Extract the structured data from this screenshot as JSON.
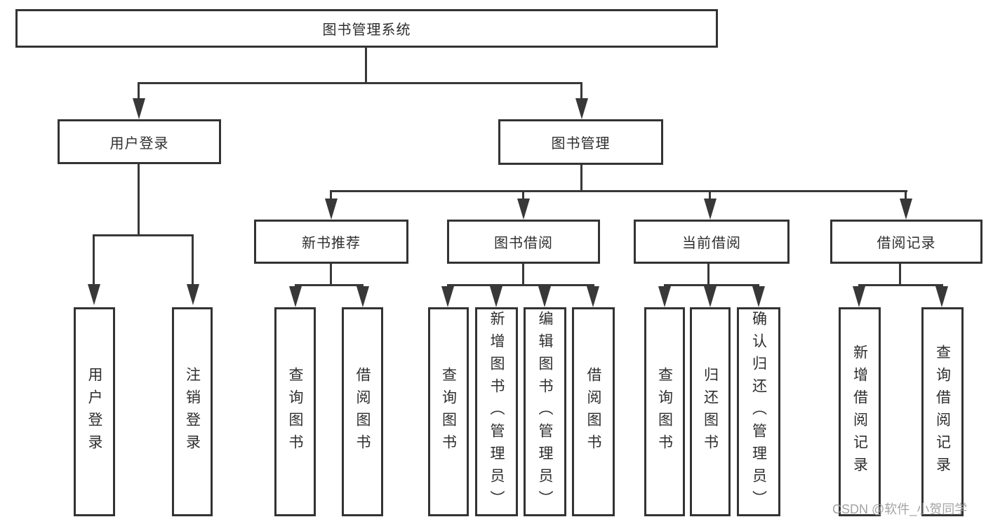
{
  "tree": {
    "root": {
      "label": "图书管理系统"
    },
    "branches": [
      {
        "label": "用户登录",
        "children": [
          {
            "label": "用户登录"
          },
          {
            "label": "注销登录"
          }
        ]
      },
      {
        "label": "图书管理",
        "children": [
          {
            "label": "新书推荐",
            "children": [
              {
                "label": "查询图书"
              },
              {
                "label": "借阅图书"
              }
            ]
          },
          {
            "label": "图书借阅",
            "children": [
              {
                "label": "查询图书"
              },
              {
                "label": "新增图书（管理员）"
              },
              {
                "label": "编辑图书（管理员）"
              },
              {
                "label": "借阅图书"
              }
            ]
          },
          {
            "label": "当前借阅",
            "children": [
              {
                "label": "查询图书"
              },
              {
                "label": "归还图书"
              },
              {
                "label": "确认归还（管理员）"
              }
            ]
          },
          {
            "label": "借阅记录",
            "children": [
              {
                "label": "新增借阅记录"
              },
              {
                "label": "查询借阅记录"
              }
            ]
          }
        ]
      }
    ]
  },
  "watermark": {
    "text": "CSDN @软件_小贺同学"
  },
  "colors": {
    "line": "#383838",
    "box_border": "#333333",
    "box_fill": "#ffffff",
    "text": "#2e2e2e",
    "watermark": "#9c9c9c",
    "background": "#ffffff"
  }
}
